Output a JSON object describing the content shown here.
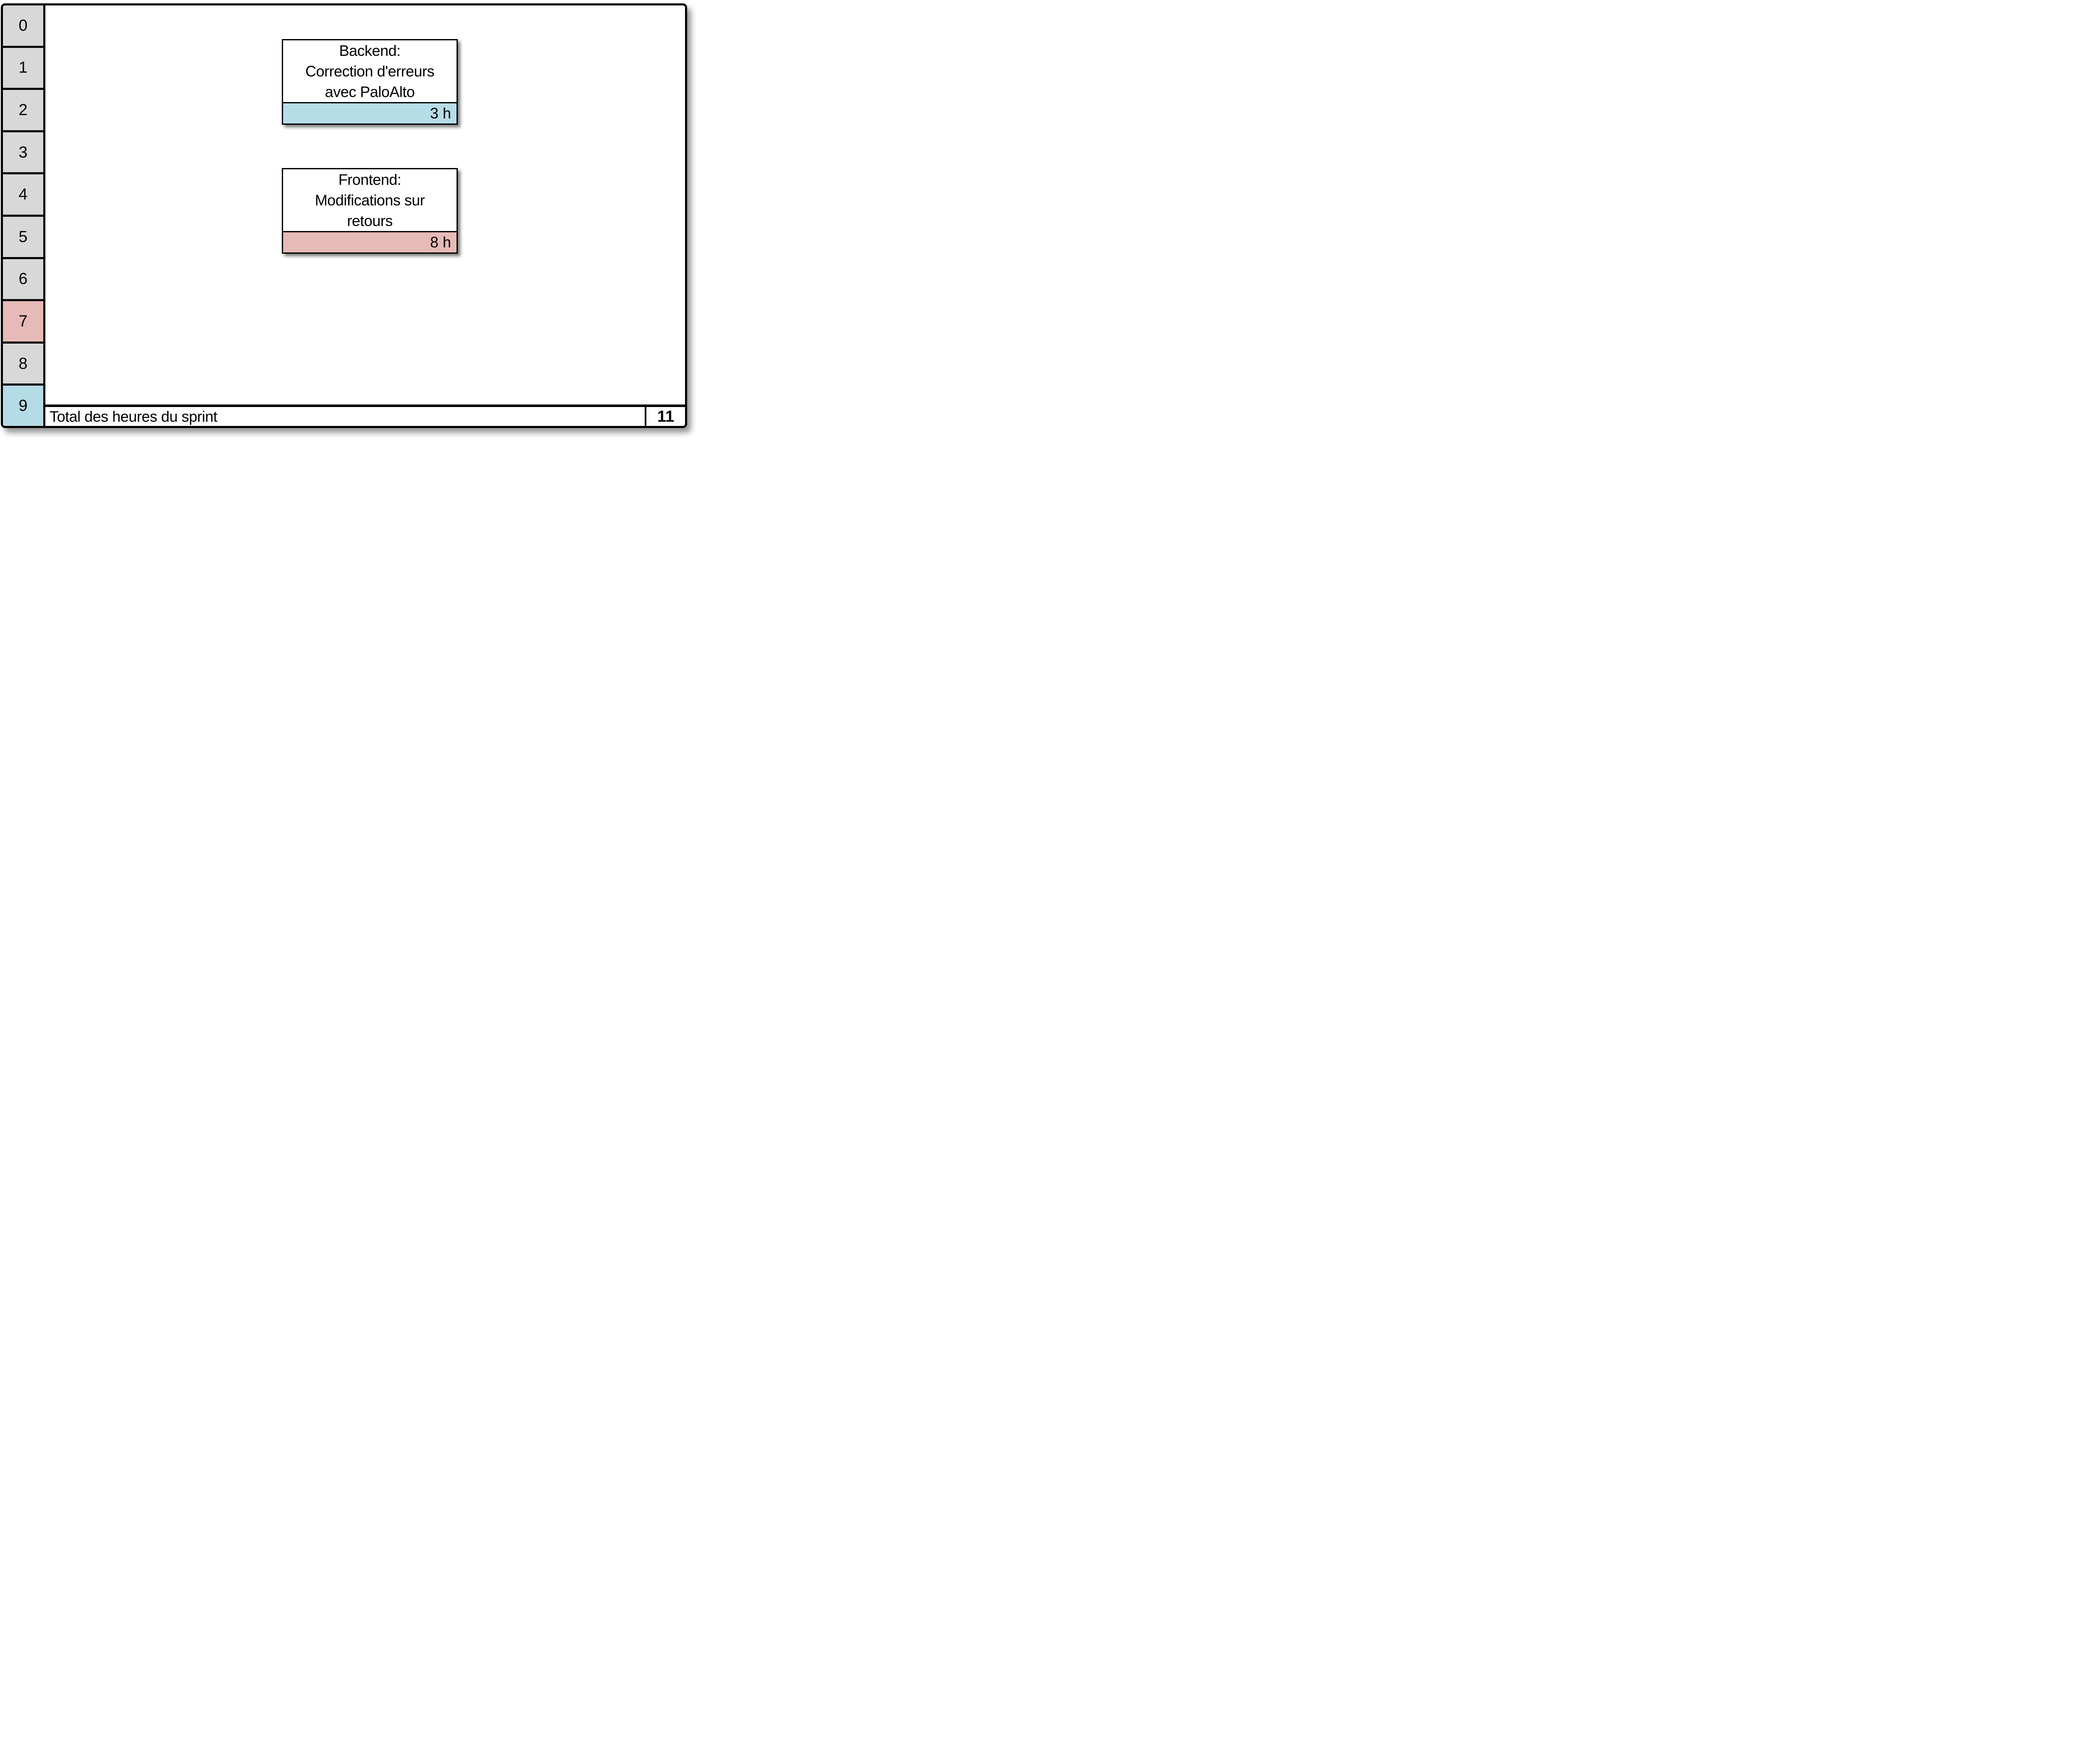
{
  "board": {
    "hours_column": {
      "rows": [
        {
          "label": "0",
          "color": "#d8d8d8"
        },
        {
          "label": "1",
          "color": "#d8d8d8"
        },
        {
          "label": "2",
          "color": "#d8d8d8"
        },
        {
          "label": "3",
          "color": "#d8d8d8"
        },
        {
          "label": "4",
          "color": "#d8d8d8"
        },
        {
          "label": "5",
          "color": "#d8d8d8"
        },
        {
          "label": "6",
          "color": "#d8d8d8"
        },
        {
          "label": "7",
          "color": "#e7bab7"
        },
        {
          "label": "8",
          "color": "#d8d8d8"
        },
        {
          "label": "9",
          "color": "#b5dbe6"
        }
      ]
    },
    "tasks": [
      {
        "title": "Backend:\nCorrection d'erreurs\navec PaloAlto",
        "hours": "3 h",
        "bar_color": "#b6dde8"
      },
      {
        "title": "Frontend:\nModifications sur\nretours",
        "hours": "8 h",
        "bar_color": "#e5bab7"
      }
    ],
    "total": {
      "label": "Total des heures du sprint",
      "value": "11"
    }
  },
  "colors": {
    "cell_default": "#d8d8d8",
    "cell_highlight_red": "#e7bab7",
    "cell_highlight_blue": "#b5dbe6",
    "border": "#000000",
    "canvas": "#ffffff"
  }
}
